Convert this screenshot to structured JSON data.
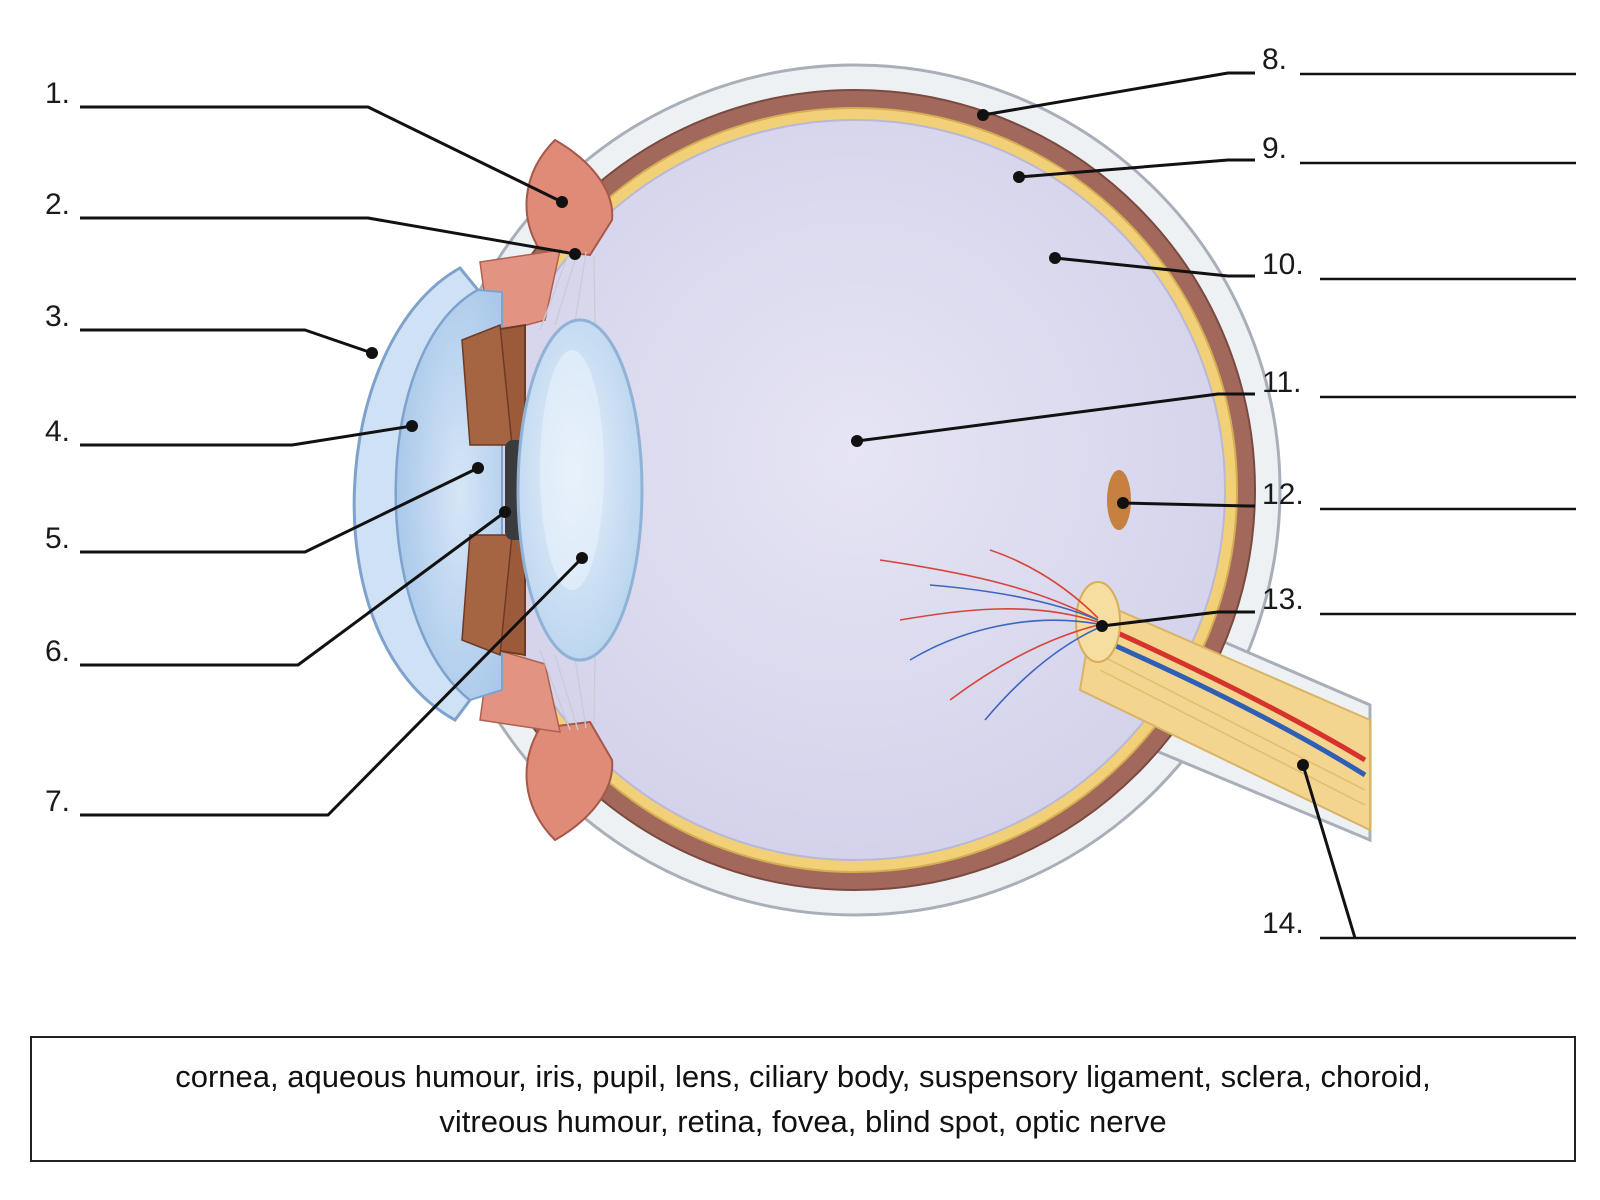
{
  "labels": [
    {
      "number": "1."
    },
    {
      "number": "2."
    },
    {
      "number": "3."
    },
    {
      "number": "4."
    },
    {
      "number": "5."
    },
    {
      "number": "6."
    },
    {
      "number": "7."
    },
    {
      "number": "8."
    },
    {
      "number": "9."
    },
    {
      "number": "10."
    },
    {
      "number": "11."
    },
    {
      "number": "12."
    },
    {
      "number": "13."
    },
    {
      "number": "14."
    }
  ],
  "word_bank": {
    "line1": "cornea, aqueous humour, iris, pupil, lens, ciliary body,  suspensory ligament, sclera, choroid,",
    "line2": "vitreous humour, retina, fovea, blind spot, optic nerve"
  },
  "colors": {
    "sclera": "#e9edf1",
    "choroid": "#a0675a",
    "retina": "#f1cf72",
    "vitreous": "#dcdbef",
    "cornea": "#bcd5ee",
    "iris": "#9a5a3a",
    "ciliary": "#df8a78",
    "lens": "#cfe3f6",
    "optic_nerve": "#f2d591"
  }
}
